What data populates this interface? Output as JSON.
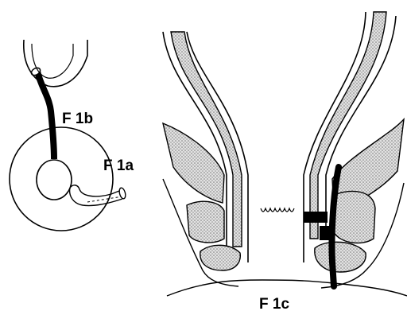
{
  "figure": {
    "labels": {
      "f1a": "F 1a",
      "f1b": "F 1b",
      "f1c": "F 1c"
    },
    "colors": {
      "ink": "#000000",
      "paper": "#ffffff",
      "stipple": "#bdbdbd"
    }
  }
}
